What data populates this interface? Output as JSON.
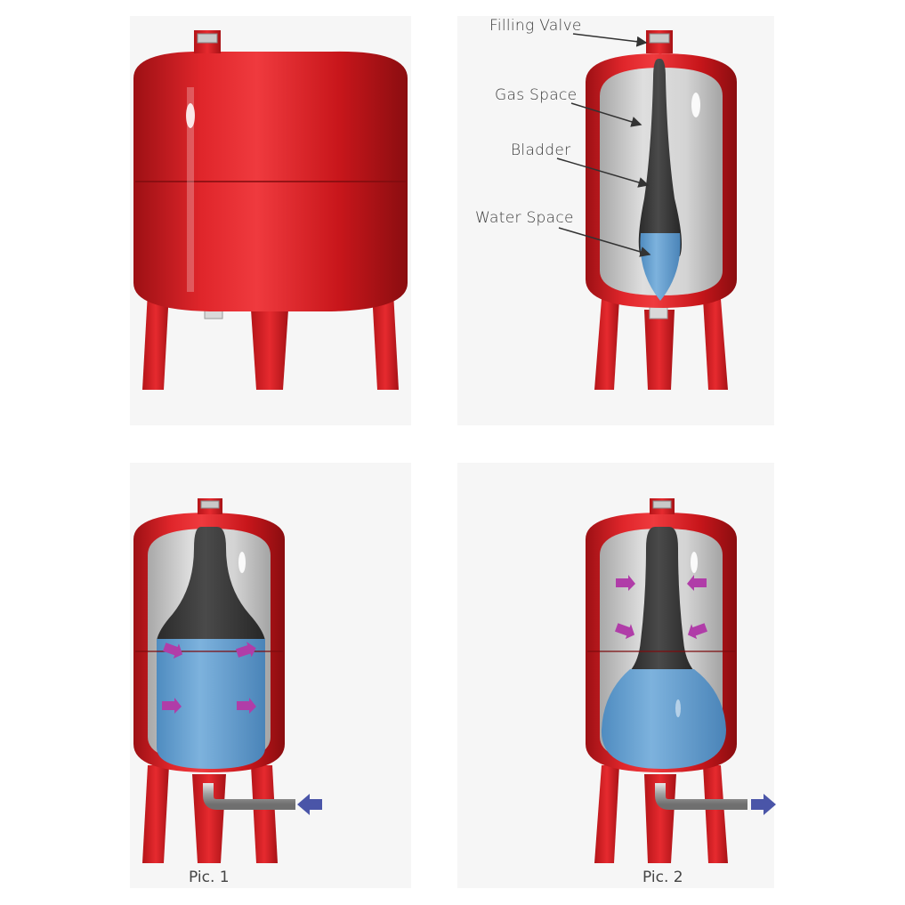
{
  "labels": {
    "filling_valve": "Filling Valve",
    "gas_space": "Gas Space",
    "bladder": "Bladder",
    "water_space": "Water Space"
  },
  "captions": {
    "pic1": "Pic. 1",
    "pic2": "Pic. 2"
  },
  "colors": {
    "tank_red": "#c8161b",
    "tank_red_dark": "#8e0d10",
    "inner_gray": "#cfcfcf",
    "bladder_dark": "#3a3a3a",
    "water_blue": "#6fa6d2",
    "arrow_magenta": "#b03da8",
    "arrow_blue": "#4a55a8"
  }
}
